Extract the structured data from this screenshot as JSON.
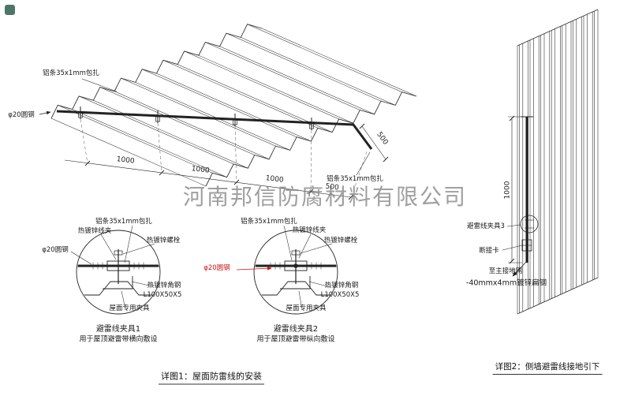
{
  "colors": {
    "line": "#222222",
    "red": "#cc1111",
    "watermark": "#878787"
  },
  "watermark_text": "河南邦信防腐材料有限公司",
  "roof_view": {
    "al_strip_top": "铝条35x1mm包扎",
    "round_steel": "φ20圆钢",
    "al_strip_right": "铝条35x1mm包扎",
    "dims": [
      "1000",
      "1000",
      "1000",
      "500"
    ],
    "dim_right": "500"
  },
  "detail1": {
    "wire_clamp": "热镀锌线夹",
    "al_strip": "铝条35x1mm包扎",
    "bolt": "热镀锌螺栓",
    "round_steel": "φ20圆钢",
    "angle_steel": "热镀锌角钢",
    "angle_spec": "L100X50X5",
    "roof_clamp": "屋面专用夹具",
    "title": "避雷线夹具1",
    "subtitle": "用于屋顶避雷带横向敷设"
  },
  "detail2": {
    "wire_clamp": "热镀锌线夹",
    "al_strip": "铝条35x1mm包扎",
    "bolt": "热镀锌螺栓",
    "round_steel": "φ20圆钢",
    "angle_steel": "热镀锌角钢",
    "angle_spec": "L100X50X5",
    "roof_clamp": "屋面专用夹具",
    "title": "避雷线夹具2",
    "subtitle": "用于屋顶避雷带纵向敷设"
  },
  "wall_view": {
    "dim_height": "1000",
    "clamp3": "避雷线夹具3",
    "disconnect": "断接卡",
    "to_ground": "至主接地网",
    "flat_steel": "-40mmx4mm镀锌扁钢"
  },
  "captions": {
    "detail1": "详图1：屋面防雷线的安装",
    "detail2": "详图2：侧墙避雷线接地引下"
  }
}
